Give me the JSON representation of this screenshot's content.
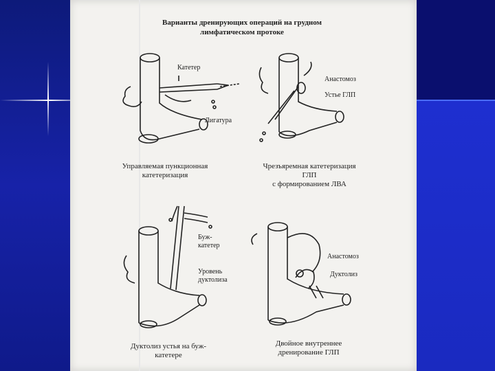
{
  "slide": {
    "title_line1": "Варианты дренирующих операций на грудном",
    "title_line2": "лимфатическом протоке"
  },
  "figures": {
    "fig1": {
      "label_catheter": "Катетер",
      "label_ligature": "Лигатура",
      "caption_line1": "Управляемая пункционная",
      "caption_line2": "катетеризация"
    },
    "fig2": {
      "label_anastomosis": "Анастомоз",
      "label_mouth": "Устье ГЛП",
      "caption_line1": "Чрезъяремная катетеризация",
      "caption_line2": "ГЛП",
      "caption_line3": "с формированием ЛВА"
    },
    "fig3": {
      "label_bougie_1": "Буж-",
      "label_bougie_2": "катетер",
      "label_level_1": "Уровень",
      "label_level_2": "дуктолиза",
      "caption_line1": "Дуктолиз устья на буж-",
      "caption_line2": "катетере"
    },
    "fig4": {
      "label_anastomosis": "Анастомоз",
      "label_ductolysis": "Дуктолиз",
      "caption_line1": "Двойное внутреннее",
      "caption_line2": "дренирование ГЛП"
    }
  },
  "colors": {
    "slide_bg": "#1a1f9c",
    "page": "#f3f2ef",
    "ink": "#222222"
  }
}
